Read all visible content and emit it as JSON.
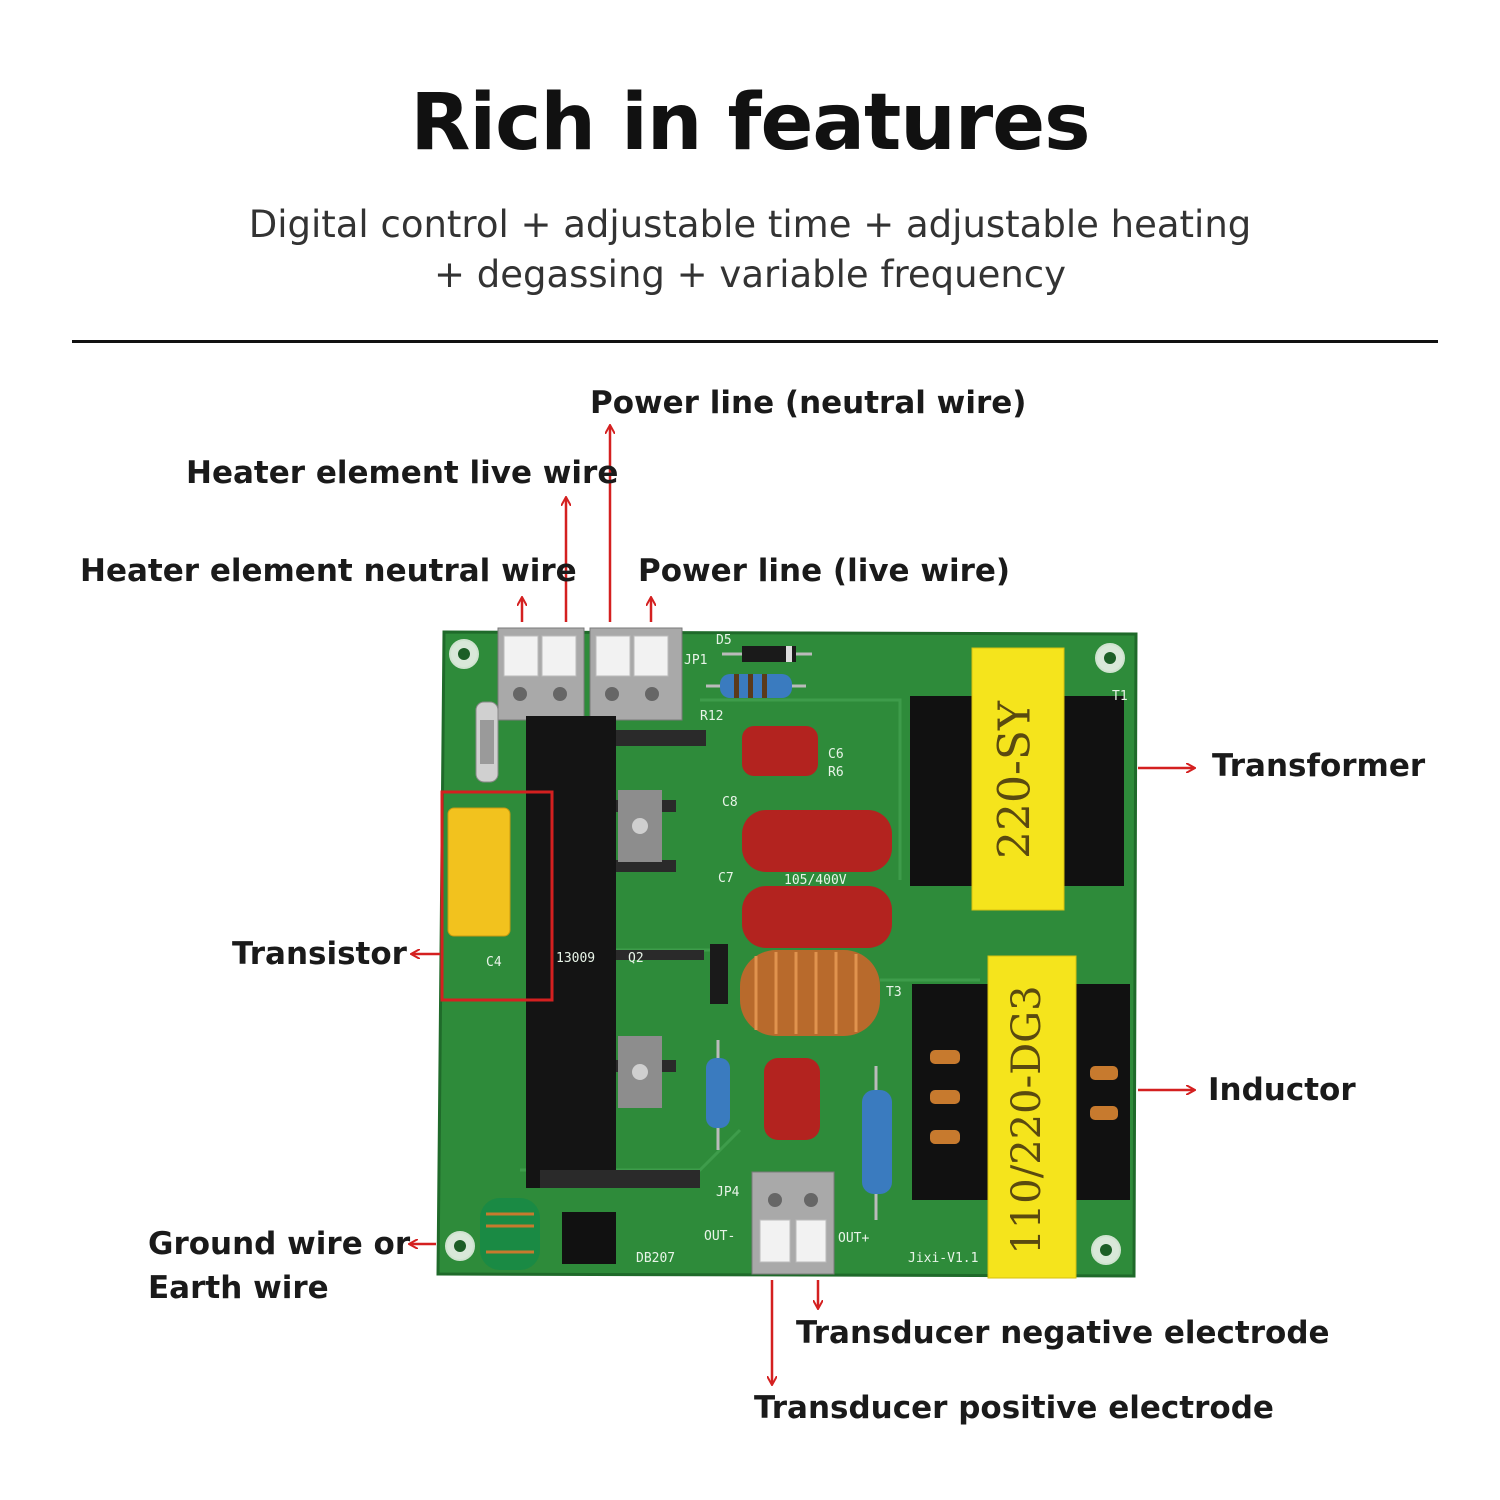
{
  "header": {
    "title": "Rich in features",
    "subtitle_line1": "Digital control + adjustable time + adjustable heating",
    "subtitle_line2": "+ degassing + variable frequency"
  },
  "callouts": {
    "power_neutral": "Power line (neutral wire)",
    "heater_live": "Heater element live wire",
    "heater_neutral": "Heater element neutral wire",
    "power_live": "Power line (live wire)",
    "transformer": "Transformer",
    "transistor": "Transistor",
    "inductor": "Inductor",
    "ground": "Ground wire or Earth wire",
    "ground_line1": "Ground wire or",
    "ground_line2": "Earth wire",
    "transducer_negative": "Transducer negative electrode",
    "transducer_positive": "Transducer positive electrode"
  },
  "board": {
    "transformer_marking": "220-SY",
    "inductor_marking": "110/220-DG3",
    "silkscreen": [
      "JP1",
      "D5",
      "R12",
      "C6",
      "R6",
      "C8",
      "C7",
      "105/400V",
      "C4",
      "13009",
      "Q2",
      "T3",
      "T1",
      "JP4",
      "OUT-",
      "OUT+",
      "DB207",
      "Jixi-V1.1"
    ]
  },
  "colors": {
    "arrow": "#d42020",
    "board_green": "#2f8f3c",
    "highlight_box": "#d42020",
    "text": "#111111"
  }
}
